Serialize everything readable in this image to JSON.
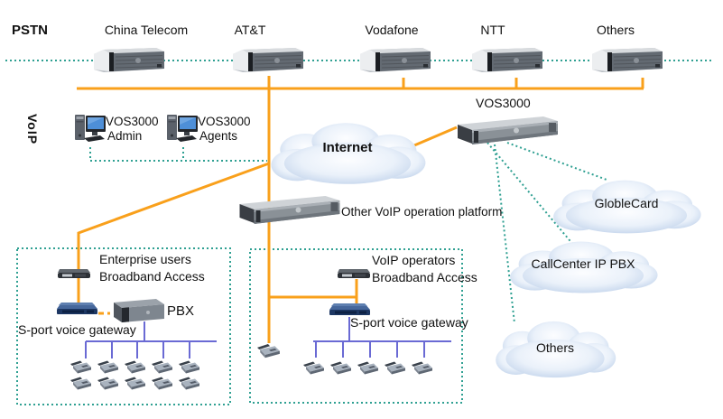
{
  "labels": {
    "pstn": "PSTN",
    "voip": "VoIP",
    "internet": "Internet",
    "vos3000": "VOS3000",
    "other_platform": "Other VoIP operation platform"
  },
  "carriers": [
    "China Telecom",
    "AT&T",
    "Vodafone",
    "NTT",
    "Others"
  ],
  "workstations": [
    {
      "line1": "VOS3000",
      "line2": "Admin"
    },
    {
      "line1": "VOS3000",
      "line2": "Agents"
    }
  ],
  "clouds": [
    "GlobleCard",
    "CallCenter IP PBX",
    "Others"
  ],
  "enterprise_box": {
    "line1": "Enterprise users",
    "line2": "Broadband Access",
    "pbx_label": "PBX",
    "gateway_label": "S-port voice gateway"
  },
  "operator_box": {
    "title": "VoIP operators",
    "broadband_label": "Broadband Access",
    "gateway_label": "S-port voice gateway"
  },
  "colors": {
    "orange_line": "#F9A01B",
    "teal_dotted": "#2FA092",
    "purple_line": "#6A6AD4",
    "cloud_edge": "#BCCFE9"
  }
}
